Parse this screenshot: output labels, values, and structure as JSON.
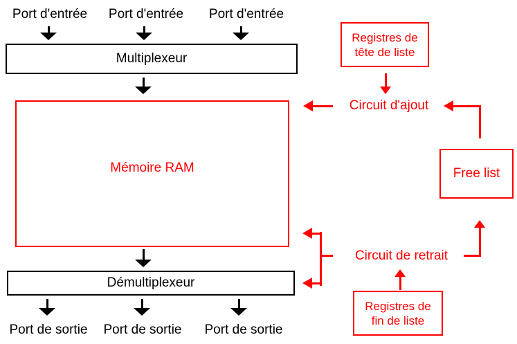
{
  "colors": {
    "red": "#ff0000",
    "black": "#000000"
  },
  "nodes": {
    "multiplexer": "Multiplexeur",
    "ram": "Mémoire RAM",
    "demultiplexer": "Démultiplexeur",
    "free_list": "Free list",
    "add_circuit": "Circuit d'ajout",
    "remove_circuit": "Circuit de retrait",
    "head_registers": {
      "line1": "Registres de",
      "line2": "tête de liste"
    },
    "tail_registers": {
      "line1": "Registres de",
      "line2": "fin de liste"
    }
  },
  "ports": {
    "input": [
      "Port d'entrée",
      "Port d'entrée",
      "Port d'entrée"
    ],
    "output": [
      "Port de sortie",
      "Port de sortie",
      "Port de sortie"
    ]
  }
}
